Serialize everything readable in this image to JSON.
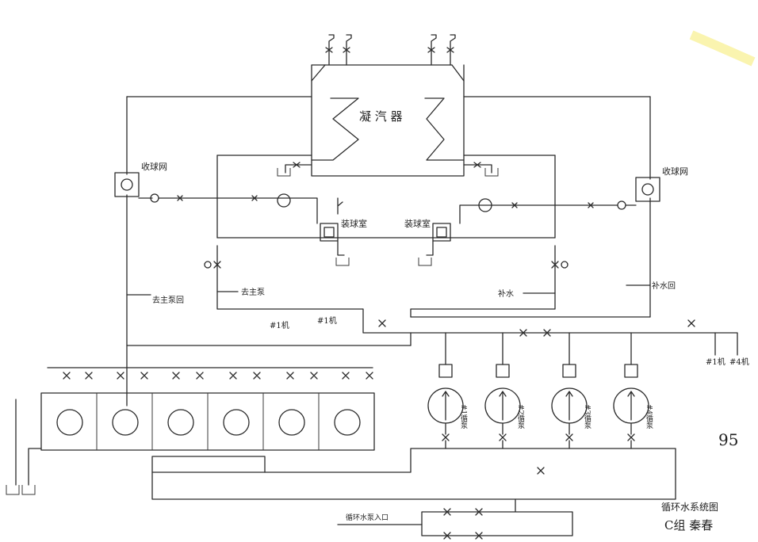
{
  "diagram": {
    "condenser_label": "凝 汽 器",
    "left_ball_collector_label": "收球网",
    "right_ball_collector_label": "收球网",
    "left_ball_chamber_label": "装球室",
    "right_ball_chamber_label": "装球室",
    "left_branch_main_label": "去主泵回",
    "left_branch_pump_label": "去主泵",
    "right_branch_label": "补水回",
    "right_branch_pump_label": "补水",
    "header_unit_left": "#1机",
    "header_unit_mid": "#1机",
    "right_branch_unit1": "#1机",
    "right_branch_unit2": "#4机",
    "pumps": [
      {
        "label": "#1循泵"
      },
      {
        "label": "#2循泵"
      },
      {
        "label": "#3循泵"
      },
      {
        "label": "#4循泵"
      }
    ],
    "bottom_left_label": "循环水泵入口",
    "page_number": "95",
    "caption_line1": "循环水系统图",
    "caption_line2": "C组 秦春"
  }
}
